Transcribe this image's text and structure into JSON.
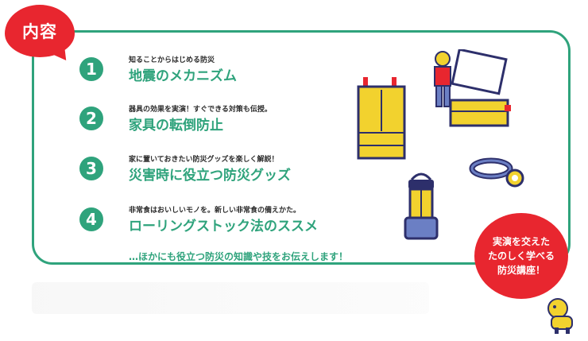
{
  "tag_label": "内容",
  "items": [
    {
      "num": "1",
      "sub": "知ることからはじめる防災",
      "title": "地震のメカニズム"
    },
    {
      "num": "2",
      "sub": "器具の効果を実演！すぐできる対策も伝授。",
      "title": "家具の転倒防止"
    },
    {
      "num": "3",
      "sub": "家に置いておきたい防災グッズを楽しく解説！",
      "title": "災害時に役立つ防災グッズ"
    },
    {
      "num": "4",
      "sub": "非常食はおいしいモノを。新しい非常食の備えかた。",
      "title": "ローリングストック法のススメ"
    }
  ],
  "note": "…ほかにも役立つ防災の知識や技をお伝えします！",
  "badge_lines": [
    "実演を交えた",
    "たのしく学べる",
    "防災講座！"
  ],
  "colors": {
    "green": "#2fa37c",
    "red": "#e8262f",
    "yellow": "#f2d22e",
    "navy": "#2d2f6b"
  },
  "icons": [
    "cabinet-icon",
    "person-tv-icon",
    "headlamp-icon",
    "lantern-icon",
    "dog-icon"
  ]
}
